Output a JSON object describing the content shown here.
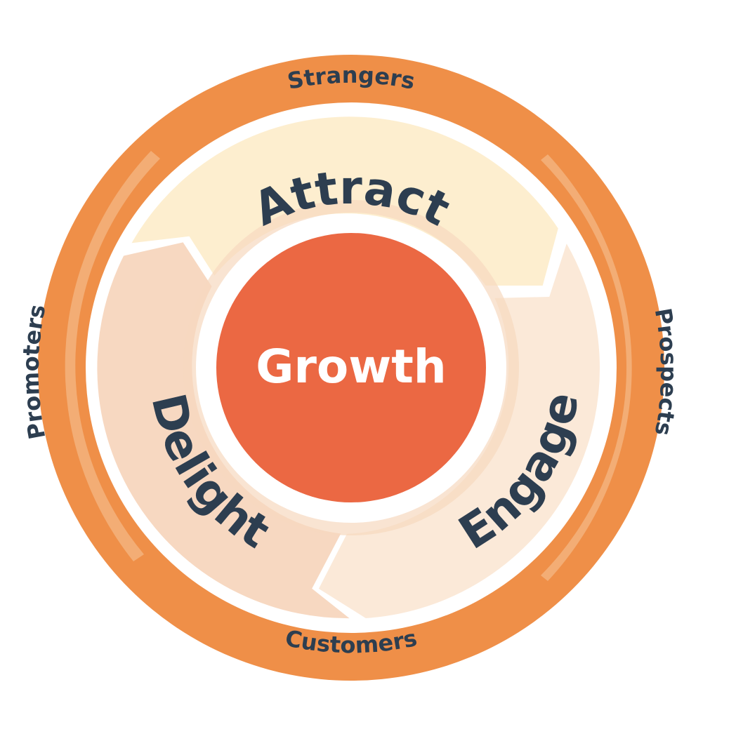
{
  "center": {
    "label": "Growth"
  },
  "stages": {
    "attract": "Attract",
    "engage": "Engage",
    "delight": "Delight"
  },
  "outer": {
    "strangers": "Strangers",
    "prospects": "Prospects",
    "customers": "Customers",
    "promoters": "Promoters"
  },
  "colors": {
    "outer_ring": "#ef8f48",
    "outer_ring_light": "#f3ad75",
    "attract": "#fdeecf",
    "engage": "#fbe9d8",
    "delight": "#f7d8c1",
    "center": "#eb6843",
    "text_dark": "#2d3e50",
    "text_light": "#ffffff"
  }
}
